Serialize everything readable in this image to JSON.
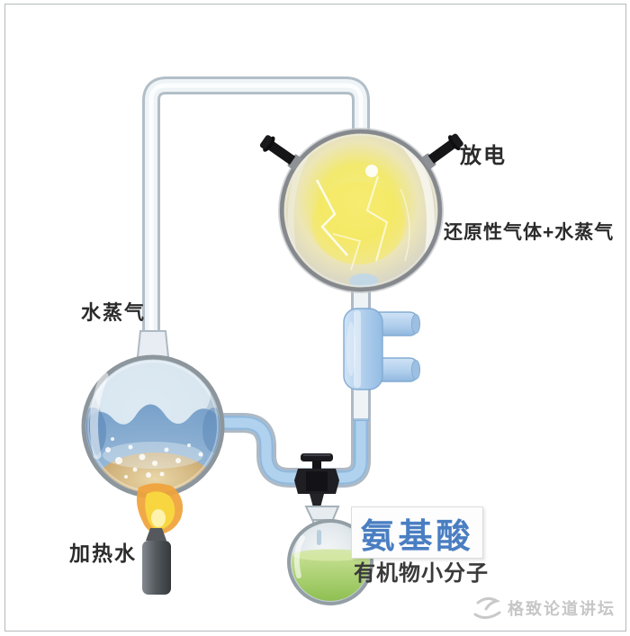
{
  "labels": {
    "discharge": "放电",
    "reducing_gas_water_vapor": "还原性气体+水蒸气",
    "water_vapor": "水蒸气",
    "heating_water": "加热水",
    "amino_acid": "氨基酸",
    "organic_small_molecules": "有机物小分子"
  },
  "watermark": {
    "text": "格致论道讲坛"
  },
  "apparatus_parts": [
    "tubing-loop",
    "spark-flask",
    "electrode-left",
    "electrode-right",
    "condenser",
    "boiling-flask",
    "drain-tube",
    "stopcock-valve",
    "collection-flask",
    "burner",
    "flame"
  ],
  "colors": {
    "amino_acid_text": "#4a7ec2",
    "label_text": "#2b2b2b",
    "tube_liquid_blue": "#a9cdec",
    "condenser_blue": "#b7d4f0",
    "spark_gas_yellow": "#f2e96d",
    "boiling_water_blue": "#7fa6cb",
    "collected_liquid_green": "#a4cf66",
    "flame_orange": "#f0a23a",
    "flame_yellow": "#f8d640",
    "watermark_gray": "#c6c6c6"
  }
}
